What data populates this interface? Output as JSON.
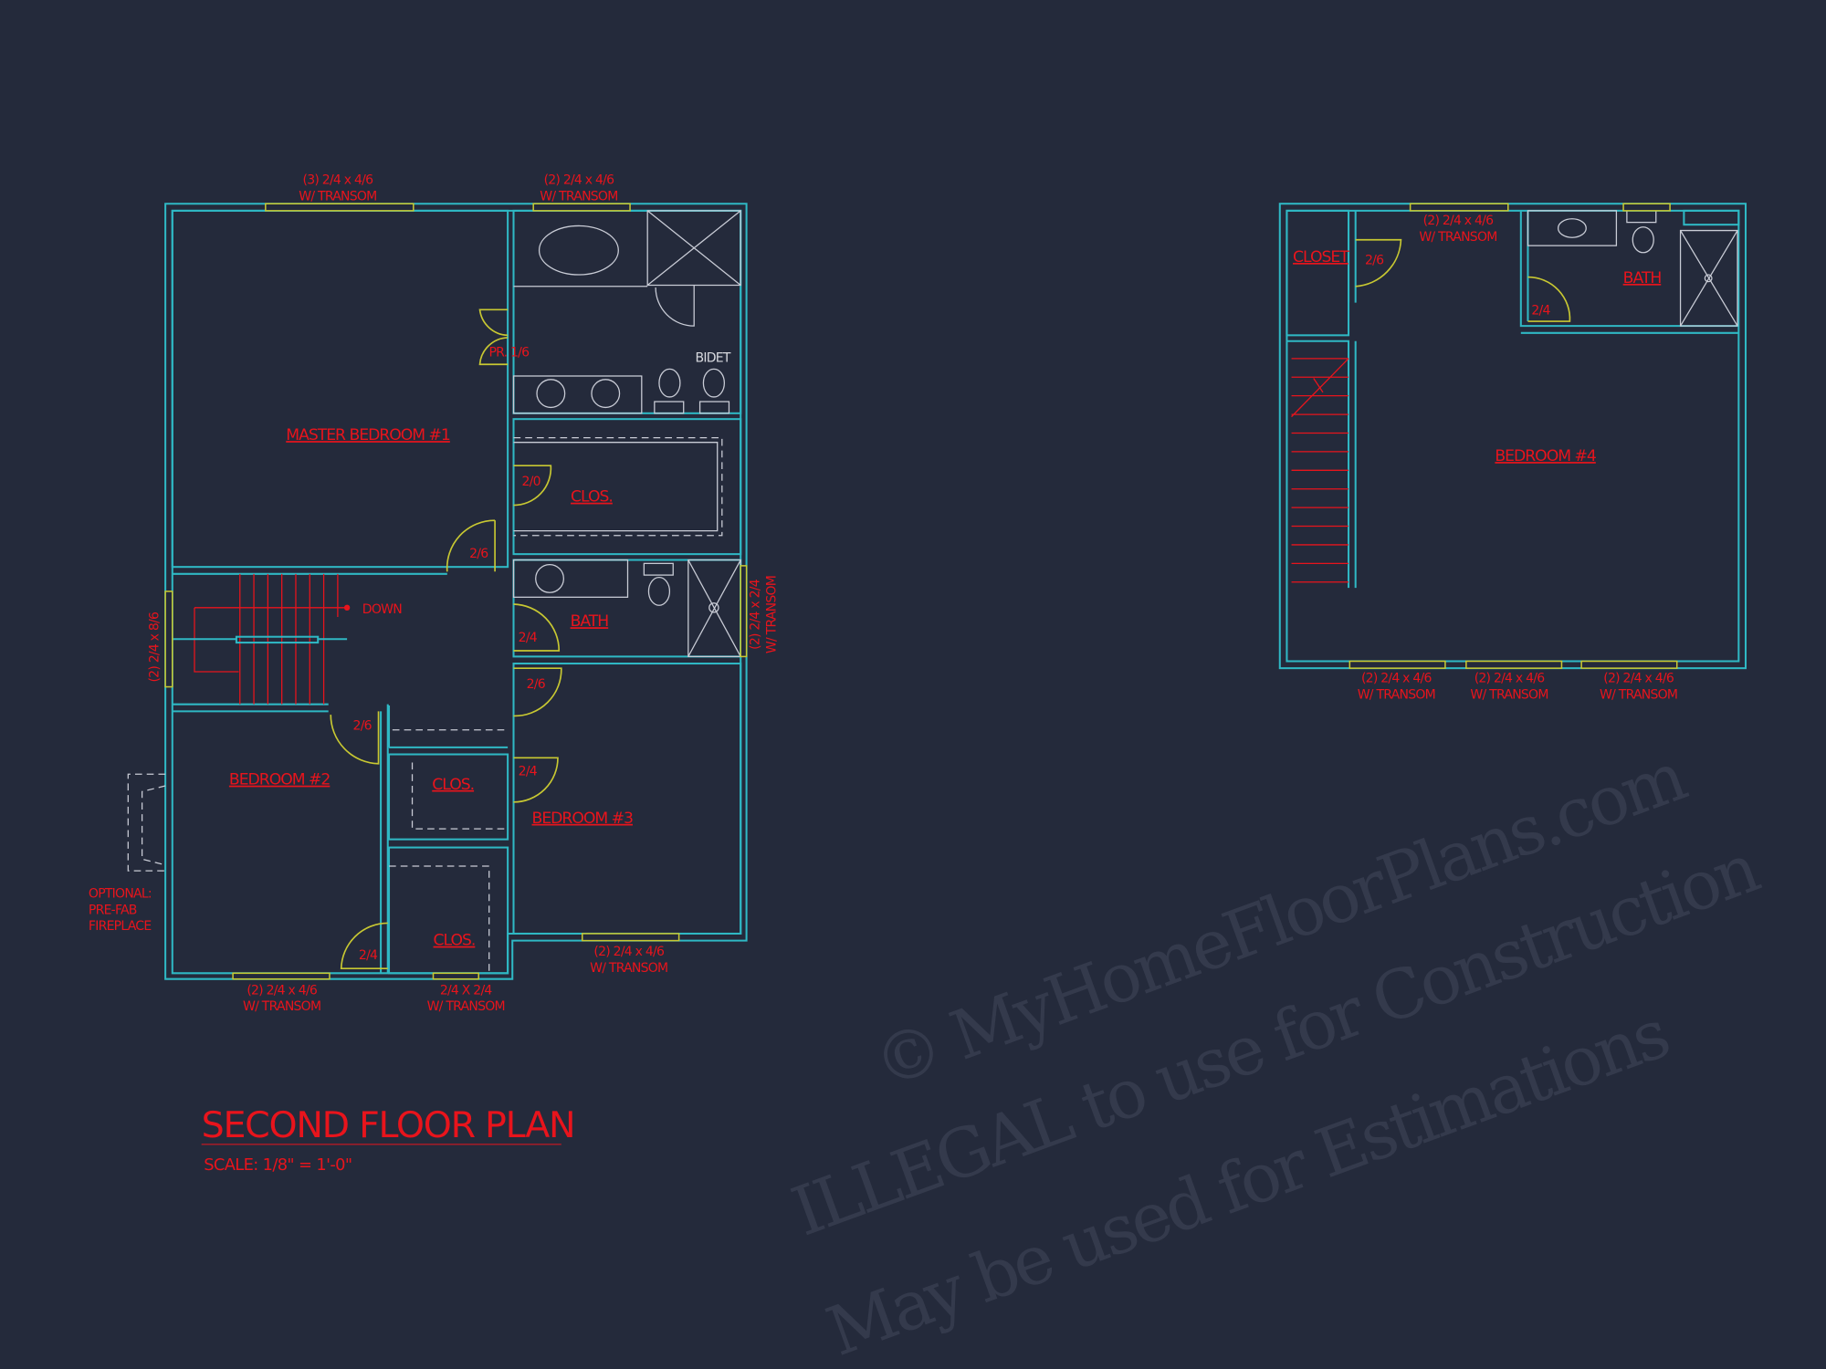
{
  "colors": {
    "background": "#242a3b",
    "walls": "#2fb8c4",
    "labels": "#e8141c",
    "doors_windows": "#c8c832",
    "fixtures": "#c9ccd6"
  },
  "title": "SECOND FLOOR PLAN",
  "scale": "SCALE: 1/8\" = 1'-0\"",
  "watermark": [
    "© MyHomeFloorPlans.com",
    "ILLEGAL to use for Construction",
    "May be used for Estimations"
  ],
  "left_plan": {
    "rooms": {
      "master": "MASTER BEDROOM #1",
      "master_closet": "CLOS.",
      "bath": "BATH",
      "bedroom2": "BEDROOM #2",
      "bedroom3": "BEDROOM #3",
      "closet_b2": "CLOS.",
      "closet_b3": "CLOS."
    },
    "fixtures": {
      "bidet": "BIDET"
    },
    "stair": {
      "down": "DOWN"
    },
    "doors": {
      "pr": "PR. 1/6",
      "master_closet": "2/0",
      "master": "2/6",
      "bath": "2/4",
      "bedroom3": "2/6",
      "bedroom2": "2/6",
      "closet_b3": "2/4",
      "closet_b2": "2/4"
    },
    "windows": {
      "top_left": [
        "(3) 2/4 x 4/6",
        "W/ TRANSOM"
      ],
      "top_right": [
        "(2) 2/4 x 4/6",
        "W/ TRANSOM"
      ],
      "bath_side": [
        "(2) 2/4 x 2/4",
        "W/ TRANSOM"
      ],
      "stair_side": "(2) 2/4 x 8/6",
      "bedroom3_bottom": [
        "(2) 2/4 x 4/6",
        "W/ TRANSOM"
      ],
      "bedroom2_bottom": [
        "(2) 2/4 x 4/6",
        "W/ TRANSOM"
      ],
      "closet_bottom": [
        "2/4 X 2/4",
        "W/ TRANSOM"
      ]
    },
    "note": [
      "OPTIONAL:",
      "PRE-FAB",
      "FIREPLACE"
    ]
  },
  "right_plan": {
    "rooms": {
      "closet": "CLOSET",
      "bath": "BATH",
      "bedroom4": "BEDROOM #4"
    },
    "doors": {
      "closet": "2/6",
      "bath": "2/4"
    },
    "windows": {
      "top": [
        "(2) 2/4 x 4/6",
        "W/ TRANSOM"
      ],
      "bottom1": [
        "(2) 2/4 x 4/6",
        "W/ TRANSOM"
      ],
      "bottom2": [
        "(2) 2/4 x 4/6",
        "W/ TRANSOM"
      ],
      "bottom3": [
        "(2) 2/4 x 4/6",
        "W/ TRANSOM"
      ]
    }
  }
}
